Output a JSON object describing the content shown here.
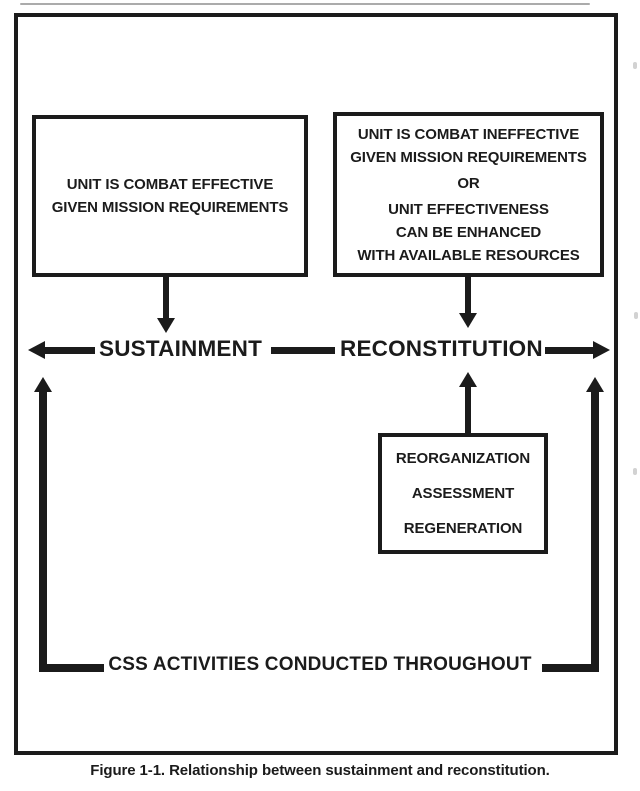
{
  "diagram": {
    "left_box": {
      "lines": [
        "UNIT IS COMBAT EFFECTIVE",
        "GIVEN MISSION REQUIREMENTS"
      ]
    },
    "right_box": {
      "lines": [
        "UNIT IS COMBAT INEFFECTIVE",
        "GIVEN MISSION REQUIREMENTS",
        "OR",
        "UNIT EFFECTIVENESS",
        "CAN BE ENHANCED",
        "WITH AVAILABLE RESOURCES"
      ]
    },
    "axis": {
      "left_label": "SUSTAINMENT",
      "right_label": "RECONSTITUTION"
    },
    "process_box": {
      "lines": [
        "REORGANIZATION",
        "ASSESSMENT",
        "REGENERATION"
      ]
    },
    "bottom_label": "CSS ACTIVITIES CONDUCTED THROUGHOUT",
    "caption": "Figure 1-1. Relationship between sustainment and reconstitution.",
    "colors": {
      "ink": "#1b1b1b",
      "background": "#ffffff"
    }
  }
}
